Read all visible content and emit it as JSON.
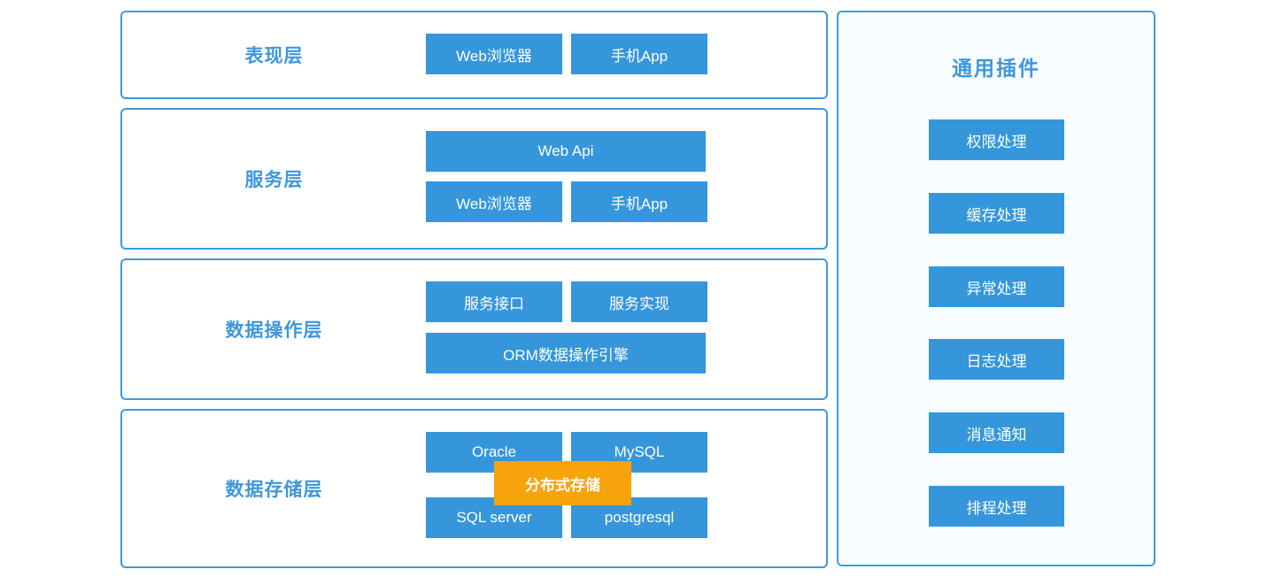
{
  "colors": {
    "accent": "#3E97DC",
    "border_blue": "#3E9ADF",
    "box_blue": "#3596DB",
    "box_orange": "#F7A30B",
    "panel_bg": "#F7FCFF",
    "node_text": "#FFFFFF",
    "page_bg": "#FFFFFF"
  },
  "layers": [
    {
      "title": "表现层",
      "boxes": [
        "Web浏览器",
        "手机App"
      ]
    },
    {
      "title": "服务层",
      "wide_box": "Web Api",
      "boxes": [
        "Web浏览器",
        "手机App"
      ]
    },
    {
      "title": "数据操作层",
      "boxes": [
        "服务接口",
        "服务实现"
      ],
      "wide_box": "ORM数据操作引擎"
    },
    {
      "title": "数据存储层",
      "boxes_row1": [
        "Oracle",
        "MySQL"
      ],
      "boxes_row2": [
        "SQL server",
        "postgresql"
      ],
      "overlay_box": "分布式存储"
    }
  ],
  "plugins_panel": {
    "title": "通用插件",
    "items": [
      "权限处理",
      "缓存处理",
      "异常处理",
      "日志处理",
      "消息通知",
      "排程处理"
    ]
  }
}
